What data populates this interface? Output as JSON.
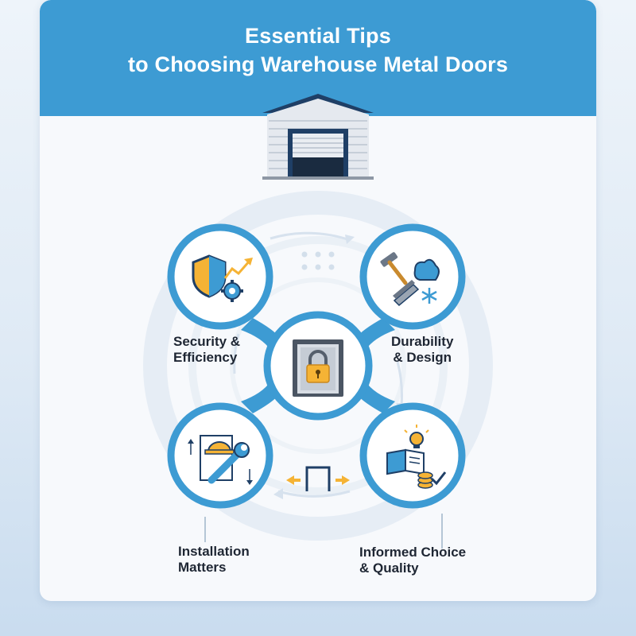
{
  "title": {
    "line1": "Essential Tips",
    "line2": "to Choosing Warehouse Metal Doors"
  },
  "nodes": {
    "security": {
      "line1": "Security &",
      "line2": "Efficiency"
    },
    "durability": {
      "line1": "Durability",
      "line2": "& Design"
    },
    "installation": {
      "line1": "Installation",
      "line2": "Matters"
    },
    "informed": {
      "line1": "Informed Choice",
      "line2": "& Quality"
    }
  },
  "icons": {
    "header": "warehouse-icon",
    "center": "locked-door-icon",
    "security": [
      "shield-icon",
      "growth-arrow-icon",
      "gear-icon"
    ],
    "durability": [
      "hammer-icon",
      "strength-icon",
      "steel-beam-icon",
      "snowflake-icon"
    ],
    "installation": [
      "hard-hat-icon",
      "wrench-icon",
      "up-arrow-icon",
      "down-arrow-icon"
    ],
    "informed": [
      "book-icon",
      "lightbulb-icon",
      "coins-icon",
      "checkmark-icon"
    ],
    "connector": "door-frame-arrows-icon"
  },
  "colors": {
    "header": "#3d9bd3",
    "ring": "#3d9bd3",
    "accent": "#f5b335",
    "dark": "#1f3f66"
  }
}
